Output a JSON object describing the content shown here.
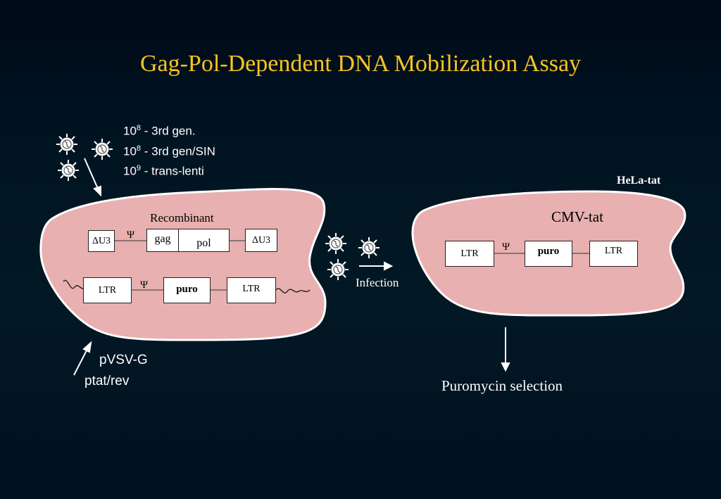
{
  "title": "Gag-Pol-Dependent DNA Mobilization Assay",
  "virus_yields": [
    {
      "base": "10",
      "exp": "8",
      "label": " - 3rd gen."
    },
    {
      "base": "10",
      "exp": "8",
      "label": " - 3rd gen/SIN"
    },
    {
      "base": "10",
      "exp": "9",
      "label": " - trans-lenti"
    }
  ],
  "producer_cell": {
    "recombinant_label": "Recombinant",
    "vector1": {
      "ltr_left": "ΔU3",
      "psi": "Ψ",
      "gag": "gag",
      "pol": "pol",
      "ltr_right": "ΔU3"
    },
    "vector2": {
      "ltr_left": "LTR",
      "psi": "Ψ",
      "puro": "puro",
      "ltr_right": "LTR"
    }
  },
  "plasmids": [
    "pVSV-G",
    "ptat/rev"
  ],
  "infection_label": "Infection",
  "target_cell": {
    "cell_line": "HeLa-tat",
    "cmv_label": "CMV-tat",
    "provirus": {
      "ltr_left": "LTR",
      "psi": "Ψ",
      "puro": "puro",
      "ltr_right": "LTR"
    }
  },
  "selection_label": "Puromycin selection",
  "colors": {
    "title": "#f5c520",
    "cell_fill": "#e8b0b0",
    "cell_outline": "#ffffff",
    "background": "#000a18"
  }
}
